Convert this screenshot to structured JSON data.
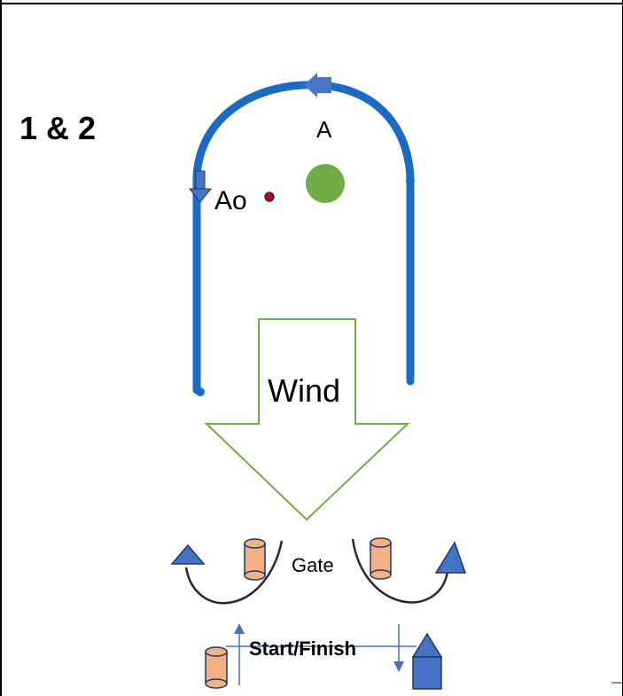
{
  "diagram": {
    "label_course": "1 & 2",
    "label_mark_a": "A",
    "label_offset": "Ao",
    "label_wind": "Wind",
    "label_gate": "Gate",
    "label_start_finish": "Start/Finish"
  },
  "colors": {
    "course_line": "#1a6bc4",
    "arrow_head": "#4a74c9",
    "mark_a": "#71ad47",
    "offset_mark": "#c00000",
    "wind_outline": "#70ad47",
    "gate_mark": "#f4b183",
    "gate_outline": "#1f3864",
    "triangle": "#4472c4",
    "curve": "#1f2a44"
  }
}
